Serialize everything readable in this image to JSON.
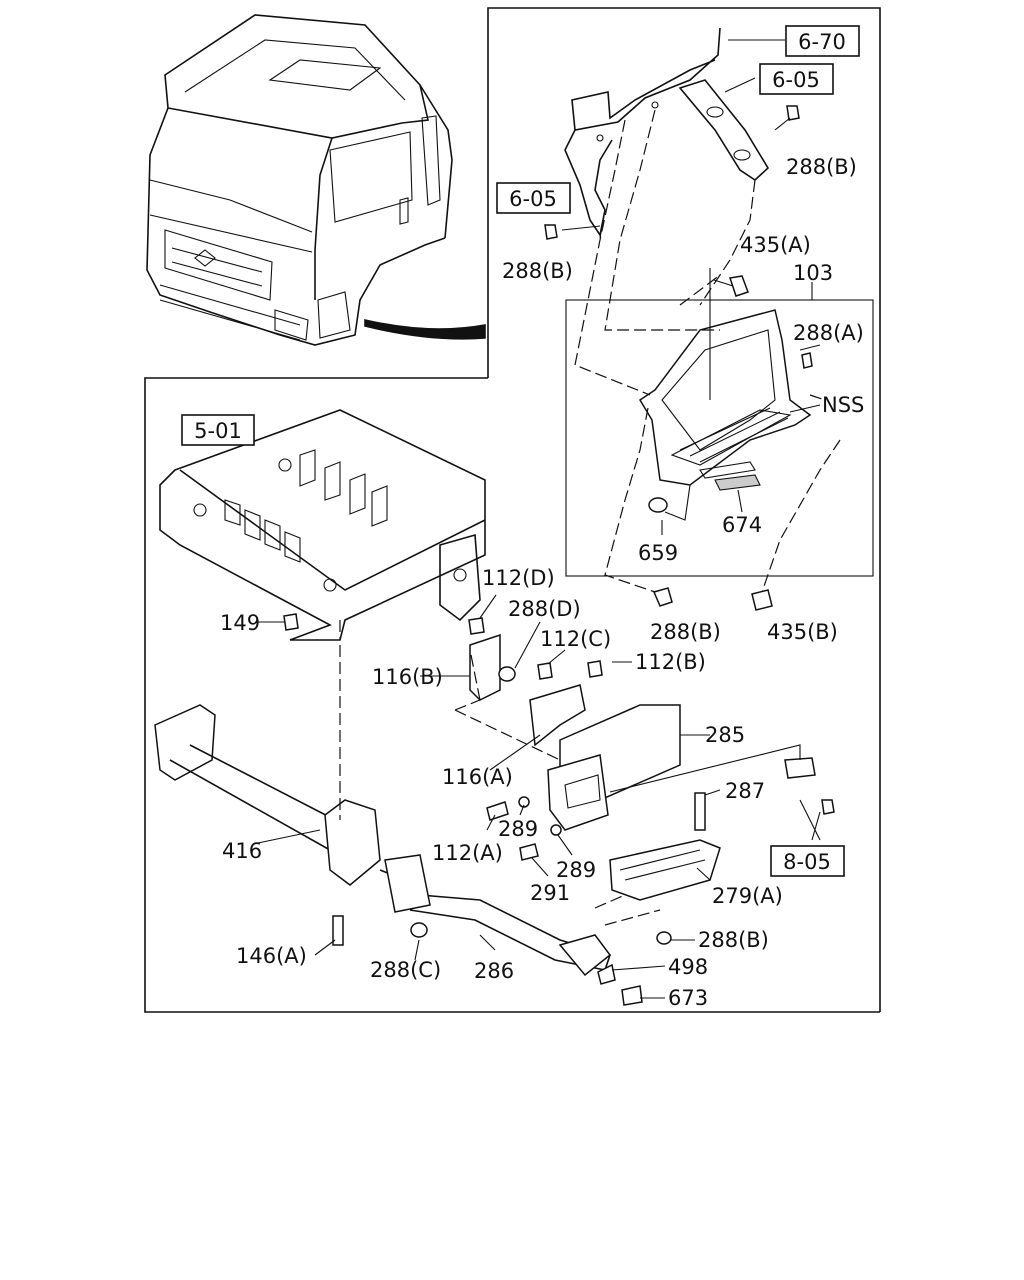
{
  "diagram": {
    "ref_boxes": {
      "frame": "5-01",
      "mirror_top": "6-70",
      "mirror_mid": "6-05",
      "mirror_left": "6-05",
      "lamp": "8-05"
    },
    "labels": {
      "p288b_a": "288(B)",
      "p288b_b": "288(B)",
      "p435a": "435(A)",
      "p103": "103",
      "p288a": "288(A)",
      "pNSS": "NSS",
      "p674": "674",
      "p659": "659",
      "p288b_c": "288(B)",
      "p435b": "435(B)",
      "p112d": "112(D)",
      "p288d": "288(D)",
      "p149": "149",
      "p112c": "112(C)",
      "p112b": "112(B)",
      "p116b": "116(B)",
      "p285": "285",
      "p116a": "116(A)",
      "p287": "287",
      "p289a": "289",
      "p112a": "112(A)",
      "p289b": "289",
      "p416": "416",
      "p291": "291",
      "p279a": "279(A)",
      "p146a": "146(A)",
      "p288c": "288(C)",
      "p286": "286",
      "p288b_d": "288(B)",
      "p498": "498",
      "p673": "673"
    }
  }
}
